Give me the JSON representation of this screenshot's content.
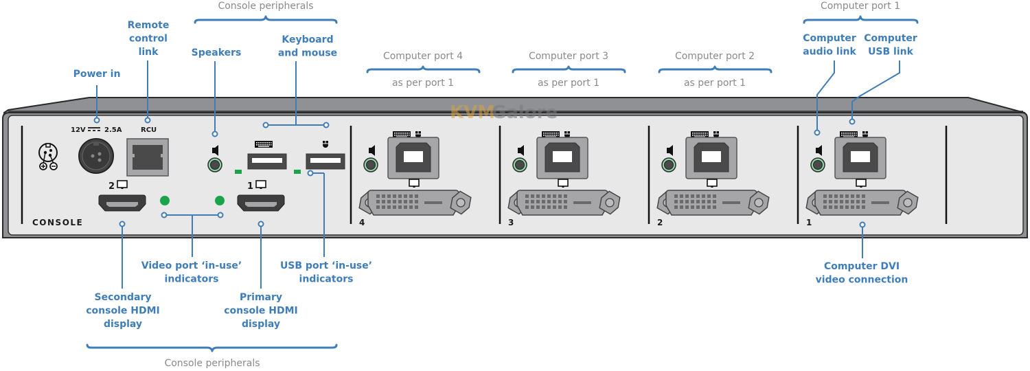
{
  "title": "KVM switch rear panel connections",
  "watermark": {
    "part1": "KVM",
    "part2": "Galore",
    "color1": "#d9a441",
    "color2": "#7a7a7a"
  },
  "colors": {
    "label_blue": "#3f7db8",
    "label_grey": "#8a8a8a",
    "chassis_top": "#8f9194",
    "panel_face": "#e8e8e9",
    "led_green": "#1aa34a",
    "audio_ring": "#8fd3a8"
  },
  "console": {
    "panel_label": "CONSOLE",
    "power_rating": {
      "voltage": "12V",
      "current": "2.5A",
      "dc_symbol": "dc-symbol"
    },
    "rcu_label": "RCU",
    "hdmi_secondary_label": "2",
    "hdmi_primary_label": "1",
    "icons": [
      "pin-diagram-icon",
      "power-socket-icon",
      "rj45-icon",
      "speaker-icon",
      "audio-jack-icon",
      "keyboard-icon",
      "mouse-icon",
      "usb-a-port-icon",
      "hdmi-port-icon",
      "monitor-icon",
      "led-icon"
    ]
  },
  "computer_ports": [
    {
      "number": "4",
      "header": "Computer port 4",
      "sub": "as per port 1"
    },
    {
      "number": "3",
      "header": "Computer port 3",
      "sub": "as per port 1"
    },
    {
      "number": "2",
      "header": "Computer port 2",
      "sub": "as per port 1"
    },
    {
      "number": "1",
      "header": "Computer port 1",
      "sub": ""
    }
  ],
  "callouts": {
    "power_in": [
      "Power in"
    ],
    "remote_control": [
      "Remote",
      "control",
      "link"
    ],
    "speakers": [
      "Speakers"
    ],
    "keyboard_mouse": [
      "Keyboard",
      "and mouse"
    ],
    "console_peripherals_top": "Console peripherals",
    "console_peripherals_bottom": "Console peripherals",
    "computer_audio": [
      "Computer",
      "audio link"
    ],
    "computer_usb": [
      "Computer",
      "USB link"
    ],
    "video_in_use": [
      "Video port ‘in-use’",
      "indicators"
    ],
    "usb_in_use": [
      "USB port ‘in-use’",
      "indicators"
    ],
    "secondary_hdmi": [
      "Secondary",
      "console HDMI",
      "display"
    ],
    "primary_hdmi": [
      "Primary",
      "console HDMI",
      "display"
    ],
    "computer_dvi": [
      "Computer DVI",
      "video connection"
    ]
  }
}
